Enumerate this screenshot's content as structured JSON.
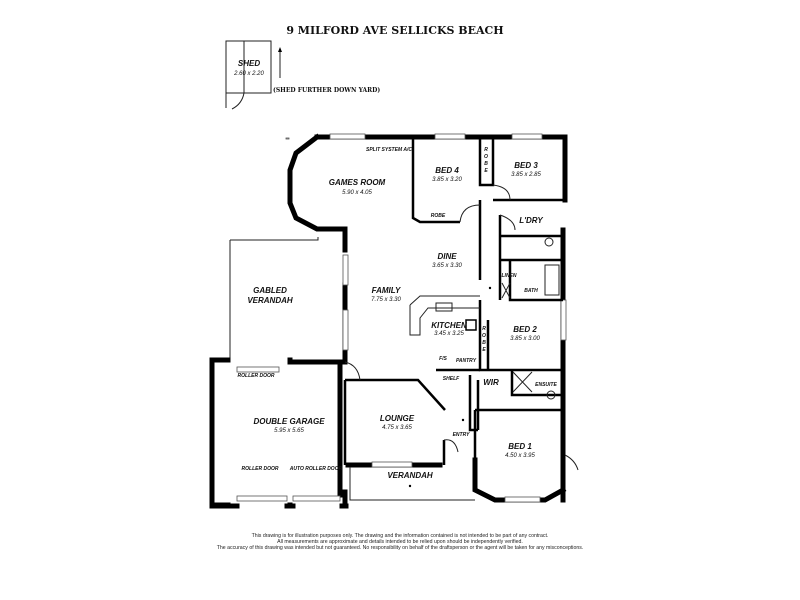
{
  "title": "9 MILFORD AVE SELLICKS BEACH",
  "shed": {
    "label": "SHED",
    "dims": "2.60 x 2.20",
    "note": "(SHED FURTHER DOWN YARD)"
  },
  "rooms": {
    "games_room": {
      "label": "GAMES ROOM",
      "dims": "5.90 x 4.05"
    },
    "split_system": "SPLIT SYSTEM A/C",
    "bed4": {
      "label": "BED 4",
      "dims": "3.85 x 3.20"
    },
    "bed3": {
      "label": "BED 3",
      "dims": "3.85 x 2.85"
    },
    "robe": "ROBE",
    "robe_vertical": [
      "R",
      "O",
      "B",
      "E"
    ],
    "laundry": "L'DRY",
    "dine": {
      "label": "DINE",
      "dims": "3.65 x 3.30"
    },
    "linen": "LINEN",
    "bath": "BATH",
    "gabled_verandah": [
      "GABLED",
      "VERANDAH"
    ],
    "family": {
      "label": "FAMILY",
      "dims": "7.75 x 3.30"
    },
    "kitchen": {
      "label": "KITCHEN",
      "dims": "3.45 x 3.25"
    },
    "fs": "F/S",
    "pantry": "PANTRY",
    "shelf": "SHELF",
    "bed2": {
      "label": "BED 2",
      "dims": "3.85 x 3.00"
    },
    "wir": "WIR",
    "ensuite": "ENSUITE",
    "double_garage": {
      "label": "DOUBLE GARAGE",
      "dims": "5.95 x 5.65"
    },
    "roller_door": "ROLLER DOOR",
    "auto_roller_door": "AUTO ROLLER DOOR",
    "lounge": {
      "label": "LOUNGE",
      "dims": "4.75 x 3.65"
    },
    "entry": "ENTRY",
    "verandah": "VERANDAH",
    "bed1": {
      "label": "BED 1",
      "dims": "4.50 x 3.95"
    }
  },
  "disclaimer": [
    "This drawing is for illustration purposes only. The drawing and the information contained is not intended to be part of any contract.",
    "All measurements are approximate and details intended to be relied upon should be independently verified.",
    "The accuracy of this drawing was intended but not guaranteed. No responsibility on behalf of the draftsperson or the agent will be taken for any misconceptions."
  ]
}
